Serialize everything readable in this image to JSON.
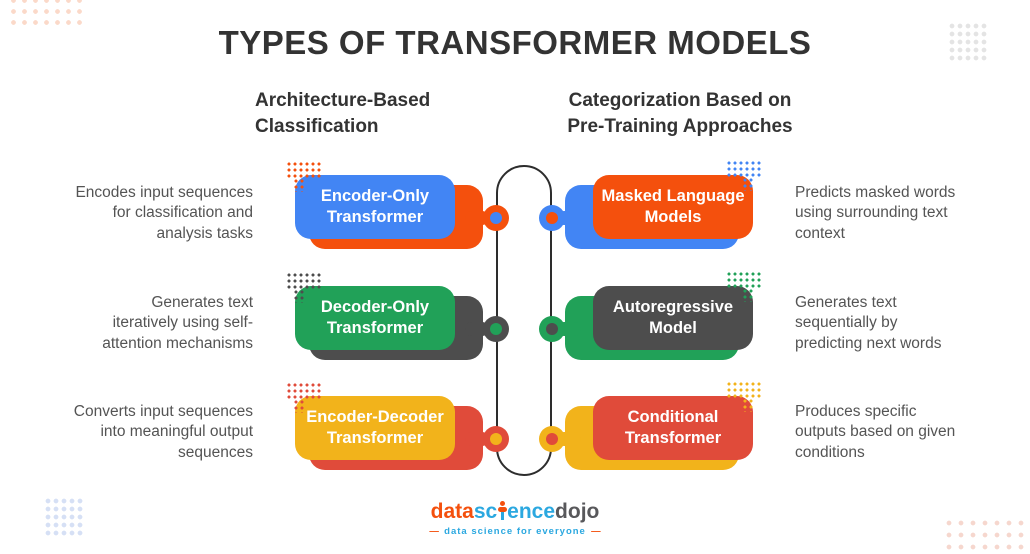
{
  "title": "TYPES OF TRANSFORMER MODELS",
  "column_headings": {
    "left": "Architecture-Based\nClassification",
    "right": "Categorization Based on\nPre-Training Approaches"
  },
  "items": [
    {
      "label": "Encoder-Only\nTransformer",
      "description": "Encodes input sequences\nfor classification and\nanalysis tasks",
      "box_color": "#4285F4",
      "accent_color": "#F4500D"
    },
    {
      "label": "Decoder-Only\nTransformer",
      "description": "Generates text\niteratively using self-\nattention mechanisms",
      "box_color": "#21A158",
      "accent_color": "#4D4D4D"
    },
    {
      "label": "Encoder-Decoder\nTransformer",
      "description": "Converts input sequences\ninto meaningful output\nsequences",
      "box_color": "#F2B31B",
      "accent_color": "#E04B3A"
    },
    {
      "label": "Masked Language\nModels",
      "description": "Predicts masked words\nusing surrounding text\ncontext",
      "box_color": "#F4500D",
      "accent_color": "#4285F4"
    },
    {
      "label": "Autoregressive\nModel",
      "description": "Generates text\nsequentially by\npredicting next words",
      "box_color": "#4D4D4D",
      "accent_color": "#21A158"
    },
    {
      "label": "Conditional\nTransformer",
      "description": "Produces specific\noutputs based on given\nconditions",
      "box_color": "#E04B3A",
      "accent_color": "#F2B31B"
    }
  ],
  "logo": {
    "part1": "data",
    "part2": "sc",
    "part3": "ence",
    "part4": "dojo",
    "tagline": "data science for everyone",
    "orange": "#F4500D",
    "blue": "#2BA8E0",
    "gray": "#58585B"
  },
  "decor": {
    "spine_color": "#2D2D2D",
    "top_left_dots": "#FBD9C9",
    "top_right_dots": "#E4E4E4",
    "bottom_left_dots": "#D6E0F5",
    "bottom_right_dots": "#F6D7CE"
  }
}
